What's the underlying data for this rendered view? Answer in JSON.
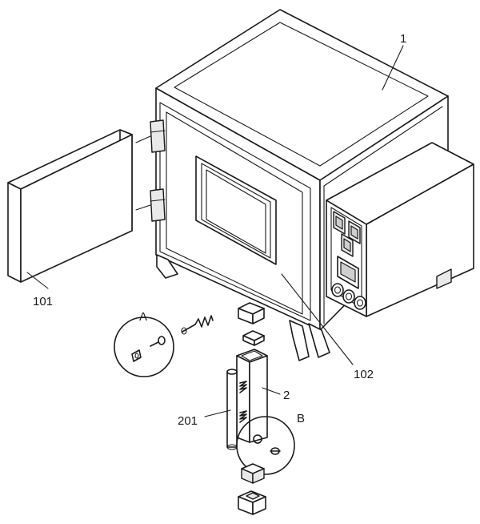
{
  "labels": {
    "furnace_body": "1",
    "door": "101",
    "chamber_opening": "102",
    "support_leg": "2",
    "leg_rod": "201",
    "detail_a": "A",
    "detail_b": "B"
  },
  "colors": {
    "line": "#1a1a1a",
    "background": "#ffffff"
  }
}
